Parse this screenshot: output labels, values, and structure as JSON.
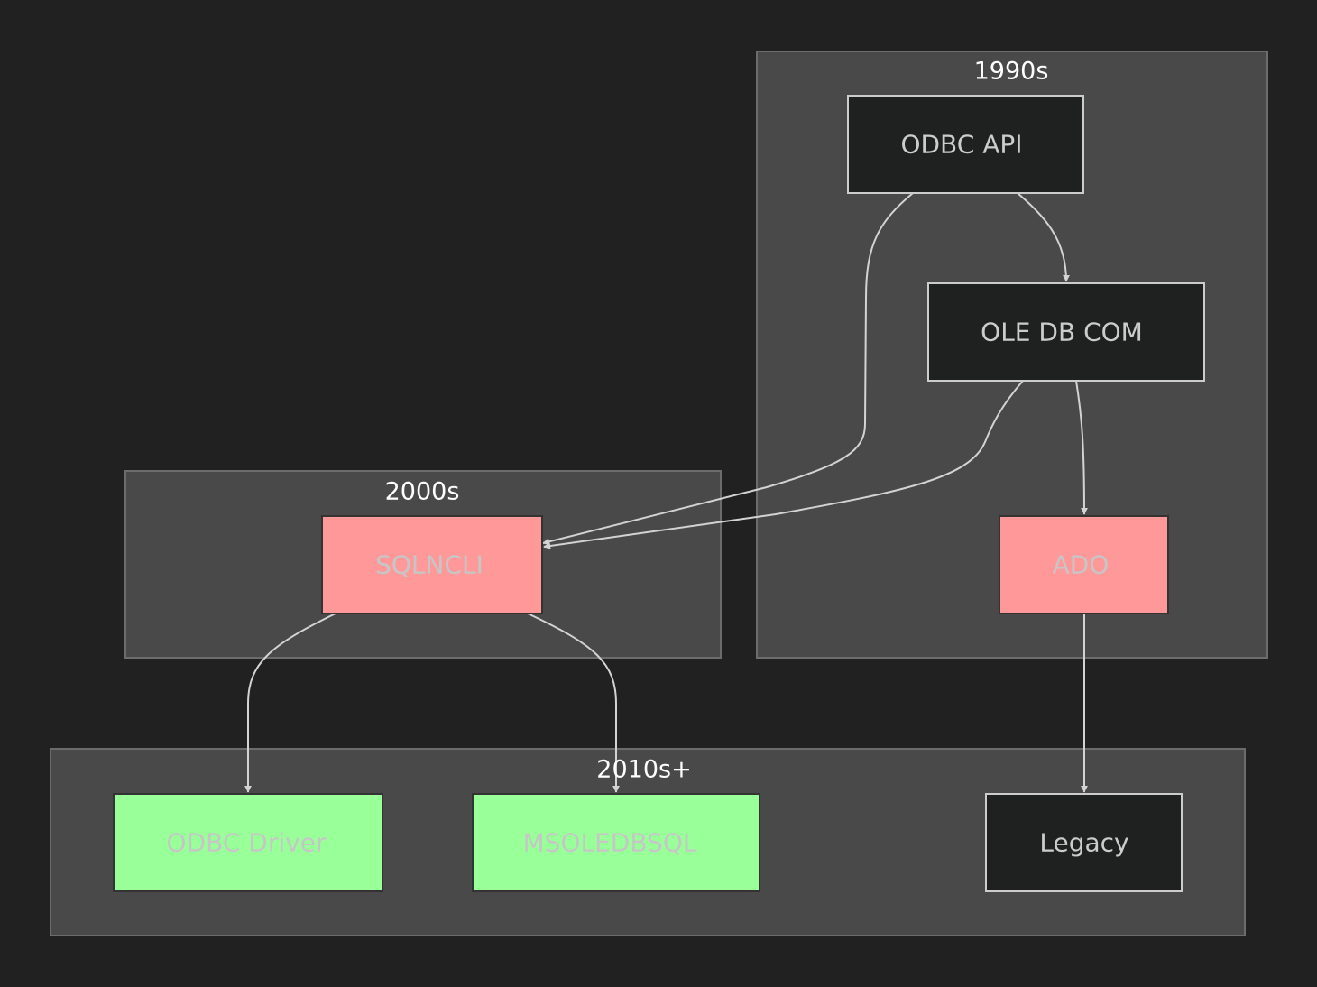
{
  "diagram": {
    "clusters": {
      "c1990s": {
        "label": "1990s"
      },
      "c2000s": {
        "label": "2000s"
      },
      "c2010s": {
        "label": "2010s+"
      }
    },
    "nodes": {
      "odbc_api": {
        "label": "ODBC API",
        "style": "dark"
      },
      "ole_db_com": {
        "label": "OLE DB COM",
        "style": "dark"
      },
      "ado": {
        "label": "ADO",
        "style": "red"
      },
      "sqlncli": {
        "label": "SQLNCLI",
        "style": "red"
      },
      "odbc_driver": {
        "label": "ODBC Driver",
        "style": "green"
      },
      "msoledbsql": {
        "label": "MSOLEDBSQL",
        "style": "green"
      },
      "legacy": {
        "label": "Legacy",
        "style": "dark"
      }
    },
    "edges": [
      {
        "from": "odbc_api",
        "to": "ole_db_com"
      },
      {
        "from": "odbc_api",
        "to": "sqlncli"
      },
      {
        "from": "ole_db_com",
        "to": "sqlncli"
      },
      {
        "from": "ole_db_com",
        "to": "ado"
      },
      {
        "from": "sqlncli",
        "to": "odbc_driver"
      },
      {
        "from": "sqlncli",
        "to": "msoledbsql"
      },
      {
        "from": "ado",
        "to": "legacy"
      }
    ],
    "colors": {
      "background": "#212121",
      "cluster_fill": "#484948",
      "dark_node": "#1f2020",
      "red_node": "#ff9999",
      "green_node": "#99ff99",
      "edge": "#d3d3d3"
    }
  }
}
